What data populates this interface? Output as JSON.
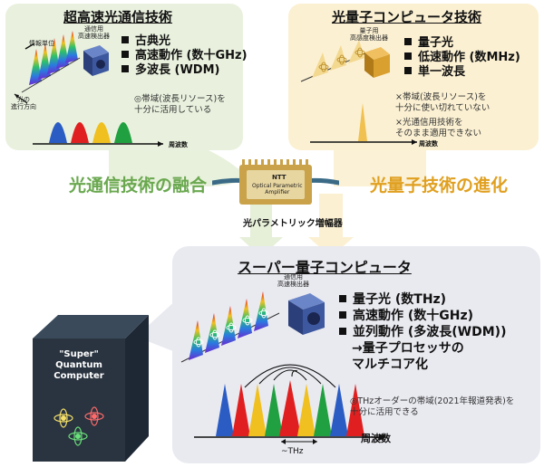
{
  "optical_panel": {
    "title": "超高速光通信技術",
    "info_unit_label": "情報単位",
    "detector_label": "通信用\n高速検出器",
    "direction_label": "光の\n進行方向",
    "features": [
      "古典光",
      "高速動作 (数十GHz)",
      "多波長 (WDM)"
    ],
    "note": "◎帯域(波長リソース)を\n十分に活用している",
    "axis_label": "周波数"
  },
  "quantum_panel": {
    "title": "光量子コンピュータ技術",
    "detector_label": "量子用\n高感度検出器",
    "features": [
      "量子光",
      "低速動作 (数MHz)",
      "単一波長"
    ],
    "notes": [
      "×帯域(波長リソース)を\n十分に使い切れていない",
      "×光通信用技術を\nそのまま適用できない"
    ],
    "axis_label": "周波数"
  },
  "fusion_label": "光通信技術の融合",
  "evolution_label": "光量子技術の進化",
  "amplifier": {
    "logo": "NTT",
    "chip_text": "Optical Parametric\nAmplifier",
    "label": "光パラメトリック増幅器"
  },
  "super_panel": {
    "title": "スーパー量子コンピュータ",
    "detector_label": "通信用\n高速検出器",
    "features": [
      "量子光 (数THz)",
      "高速動作 (数十GHz)",
      "並列動作 (多波長(WDM))"
    ],
    "feature_sub": "→量子プロセッサの\nマルチコア化",
    "note": "◎THzオーダーの帯域(2021年報道発表)を\n十分に活用できる",
    "axis_label": "周波数",
    "span_label": "~THz"
  },
  "computer_box": {
    "line1": "\"Super\"",
    "line2": "Quantum",
    "line3": "Computer"
  },
  "colors": {
    "optical_bg": "#e9f1de",
    "quantum_bg": "#fbf0d2",
    "super_bg": "#e9eaf0",
    "green_text": "#6aa84f",
    "orange_text": "#e0a020",
    "peaks": [
      "#2a5cc4",
      "#e02020",
      "#f0c020",
      "#20a040",
      "#2a5cc4",
      "#e02020",
      "#f0c020",
      "#20a040",
      "#2a5cc4"
    ]
  }
}
